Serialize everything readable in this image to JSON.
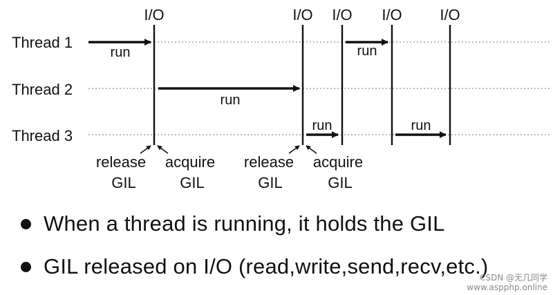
{
  "threads": [
    {
      "label": "Thread 1"
    },
    {
      "label": "Thread 2"
    },
    {
      "label": "Thread 3"
    }
  ],
  "io_markers": [
    "I/O",
    "I/O",
    "I/O",
    "I/O",
    "I/O"
  ],
  "run_label": "run",
  "runs": [
    {
      "thread": 1,
      "text": "run"
    },
    {
      "thread": 2,
      "text": "run"
    },
    {
      "thread": 3,
      "text": "run"
    },
    {
      "thread": 1,
      "text": "run"
    },
    {
      "thread": 3,
      "text": "run"
    }
  ],
  "gil_annotations": [
    {
      "line1": "release",
      "line2": "GIL"
    },
    {
      "line1": "acquire",
      "line2": "GIL"
    },
    {
      "line1": "release",
      "line2": "GIL"
    },
    {
      "line1": "acquire",
      "line2": "GIL"
    }
  ],
  "bullets": [
    "When a thread is running, it holds the GIL",
    "GIL released on I/O (read,write,send,recv,etc.)"
  ],
  "watermark": {
    "line1": "CSDN @无几同学",
    "line2": "www.aspphp.online"
  }
}
